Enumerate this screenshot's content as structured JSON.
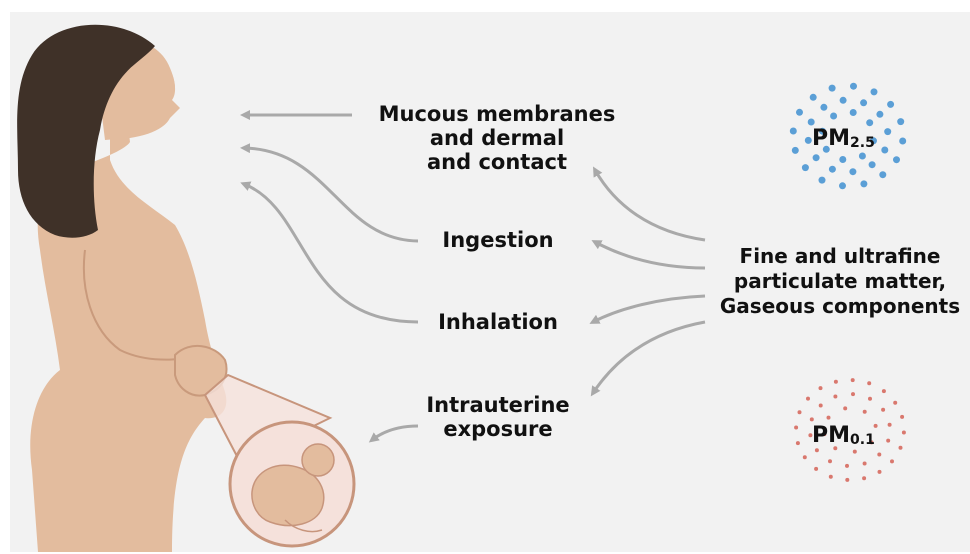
{
  "routes": {
    "mucous": "Mucous membranes\nand dermal\nand contact",
    "ingestion": "Ingestion",
    "inhalation": "Inhalation",
    "intrauterine": "Intrauterine\nexposure"
  },
  "source_label": "Fine and ultrafine\nparticulate matter,\nGaseous components",
  "pm25": {
    "prefix": "PM",
    "sub": "2.5",
    "color": "#5b9fd6"
  },
  "pm01": {
    "prefix": "PM",
    "sub": "0.1",
    "color": "#d9786e"
  },
  "colors": {
    "skin": "#e3bc9e",
    "hair": "#3f3128",
    "arrow": "#a9a9a9",
    "womb_outline": "#c7957c",
    "womb_fill": "#f5e1db"
  }
}
